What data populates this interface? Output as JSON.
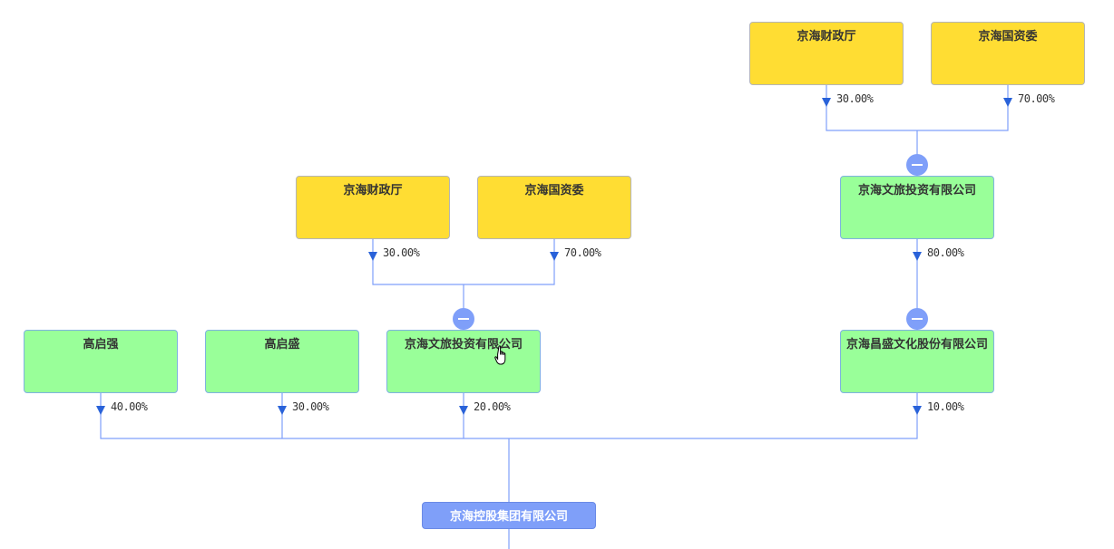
{
  "colors": {
    "government": "#ffdd33",
    "shareholder": "#99ff99",
    "target": "#7f9ff9",
    "edge": "#7f9ff9",
    "arrow": "#2962d9"
  },
  "target": {
    "label": "京海控股集团有限公司"
  },
  "level1": [
    {
      "label": "高启强",
      "pct": "40.00%"
    },
    {
      "label": "高启盛",
      "pct": "30.00%"
    },
    {
      "label": "京海文旅投资有限公司",
      "pct": "20.00%"
    },
    {
      "label": "京海昌盛文化股份有限公司",
      "pct": "10.00%"
    }
  ],
  "left_branch": [
    {
      "label": "京海财政厅",
      "pct": "30.00%"
    },
    {
      "label": "京海国资委",
      "pct": "70.00%"
    }
  ],
  "right_mid": {
    "label": "京海文旅投资有限公司",
    "pct": "80.00%"
  },
  "right_top": [
    {
      "label": "京海财政厅",
      "pct": "30.00%"
    },
    {
      "label": "京海国资委",
      "pct": "70.00%"
    }
  ],
  "icons": {
    "toggle": "collapse-minus-icon",
    "cursor": "hand-pointer-icon"
  }
}
